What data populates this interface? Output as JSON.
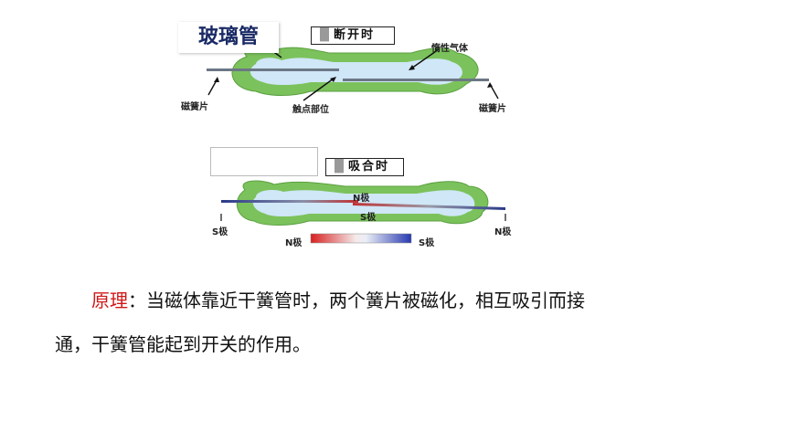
{
  "top_diagram": {
    "glass_tube_label": "玻璃管",
    "state_label": "断开时",
    "inert_gas_label": "惰性气体",
    "reed_left_label": "磁簧片",
    "reed_right_label": "磁簧片",
    "contact_label": "触点部位"
  },
  "bottom_diagram": {
    "state_label": "吸合时",
    "n_pole_top": "N极",
    "s_pole_mid": "S极",
    "s_pole_left": "S极",
    "n_pole_right": "N极",
    "scale_left": "N极",
    "scale_right": "S极"
  },
  "text": {
    "principle_label": "原理",
    "principle_colon": "：",
    "line1": "当磁体靠近干簧管时，两个簧片被磁化，相互吸引而接",
    "line2": "通，干簧管能起到开关的作用。"
  },
  "colors": {
    "tube_outer": "#7cc25c",
    "tube_inner": "#cfe7f7",
    "highlight": "#d01818",
    "glass_label_color": "#1a2a66"
  }
}
